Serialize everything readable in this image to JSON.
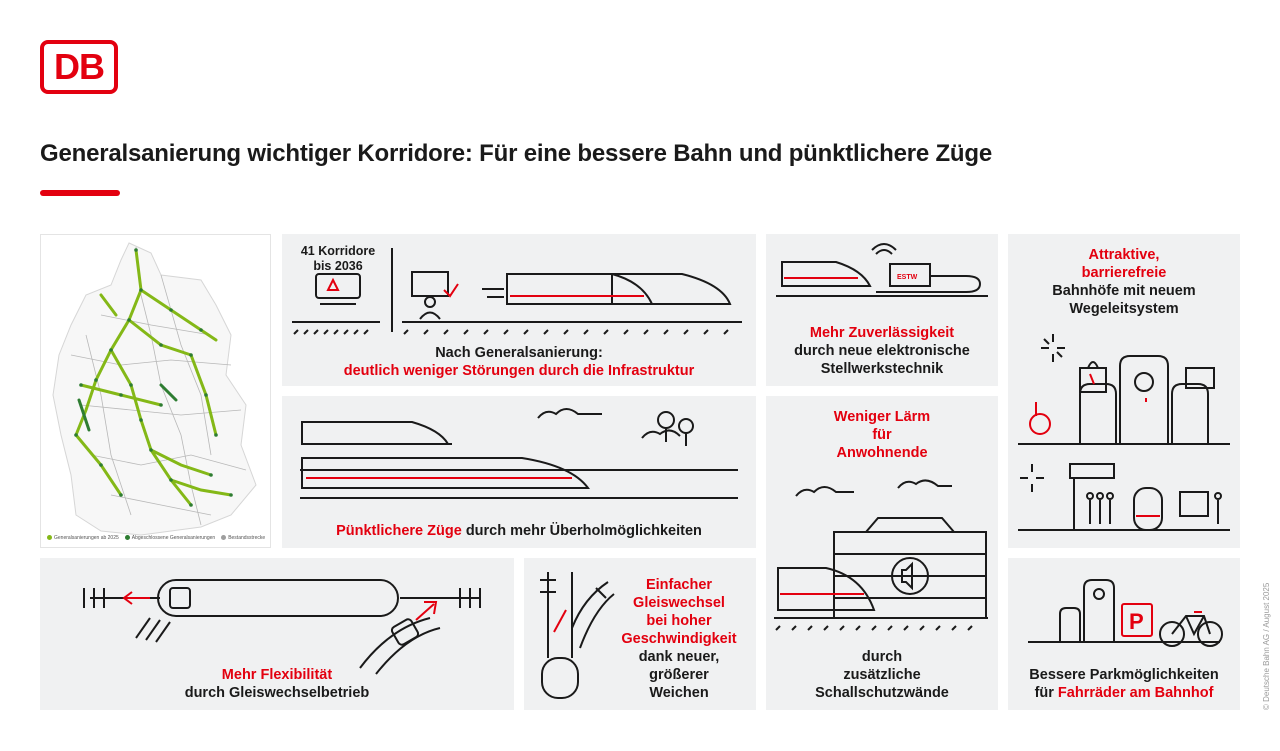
{
  "logo": {
    "text": "DB"
  },
  "title": "Generalsanierung wichtiger Korridore: Für eine bessere Bahn und pünktlichere Züge",
  "map": {
    "legend": [
      {
        "label": "Generalsanierungen ab 2025",
        "color": "#84b817"
      },
      {
        "label": "Abgeschlossene Generalsanierungen",
        "color": "#2e7d32"
      },
      {
        "label": "Bestandsstrecke",
        "color": "#9e9e9e"
      }
    ]
  },
  "panels": {
    "corridors": {
      "count_line1": "41 Korridore",
      "count_line2": "bis 2036",
      "caption_line1": "Nach Generalsanierung:",
      "caption_line2": "deutlich weniger Störungen durch die Infrastruktur"
    },
    "reliability": {
      "estw_label": "ESTW",
      "caption_line1": "Mehr Zuverlässigkeit",
      "caption_line2": "durch neue elektronische",
      "caption_line3": "Stellwerkstechnik"
    },
    "stations": {
      "caption_line1": "Attraktive,",
      "caption_line2": "barrierefreie",
      "caption_line3": "Bahnhöfe mit neuem",
      "caption_line4": "Wegeleitsystem"
    },
    "punctual": {
      "caption_red": "Pünktlichere Züge",
      "caption_black": " durch mehr Überholmöglichkeiten"
    },
    "noise": {
      "caption_line1": "Weniger Lärm",
      "caption_line2": "für",
      "caption_line3": "Anwohnende",
      "caption_line4": "durch",
      "caption_line5": "zusätzliche",
      "caption_line6": "Schallschutzwände"
    },
    "flexibility": {
      "caption_line1": "Mehr Flexibilität",
      "caption_line2": "durch Gleiswechselbetrieb"
    },
    "switch": {
      "caption_line1": "Einfacher",
      "caption_line2": "Gleiswechsel",
      "caption_line3": "bei hoher",
      "caption_line4": "Geschwindigkeit",
      "caption_line5": "dank neuer,",
      "caption_line6": "größerer",
      "caption_line7": "Weichen"
    },
    "parking": {
      "parking_label": "P",
      "caption_line1": "Bessere Parkmöglichkeiten",
      "caption_line2_black": "für ",
      "caption_line2_red": "Fahrräder am Bahnhof"
    }
  },
  "copyright": "© Deutsche Bahn AG / August 2025",
  "colors": {
    "brand_red": "#e3000f",
    "panel_bg": "#f0f1f2",
    "text": "#1a1a1a",
    "rail_green": "#84b817"
  }
}
